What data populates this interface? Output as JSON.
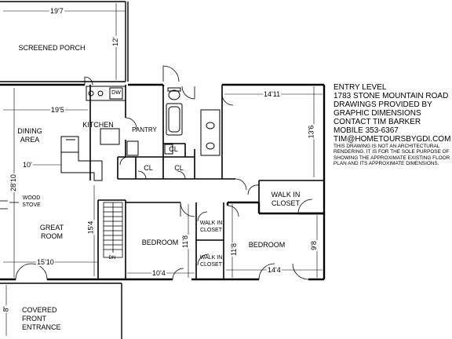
{
  "rooms": {
    "screened_porch": "SCREENED PORCH",
    "dining_line1": "DINING",
    "dining_line2": "AREA",
    "kitchen": "KITCHEN",
    "pantry": "PANTRY",
    "cl1": "CL",
    "cl2": "CL",
    "cl3": "CL",
    "wood_stove_line1": "WOOD",
    "wood_stove_line2": "STOVE",
    "great_room_line1": "GREAT",
    "great_room_line2": "ROOM",
    "walk_in_closet_line1": "WALK IN",
    "walk_in_closet_line2": "CLOSET",
    "walk_in_small_a_line1": "WALK IN",
    "walk_in_small_a_line2": "CLOSET",
    "walk_in_small_b_line1": "WALK IN",
    "walk_in_small_b_line2": "CLOSET",
    "bedroom_left": "BEDROOM",
    "bedroom_right": "BEDROOM",
    "covered_line1": "COVERED",
    "covered_line2": "FRONT",
    "covered_line3": "ENTRANCE",
    "dn": "DN",
    "dw": "DW"
  },
  "dimensions": {
    "porch_width": "19'7",
    "porch_depth": "12'",
    "kitchen_width": "19'5",
    "dining_width": "10'",
    "great_room_depth": "28'10",
    "great_room_width": "15'10",
    "stair_side": "15'4",
    "bath_width": "14'11",
    "bath_depth": "13'6",
    "bedroom_left_depth": "11'8",
    "bedroom_left_width": "10'4",
    "bedroom_right_depth_a": "11'8",
    "bedroom_right_depth_b": "9'8",
    "bedroom_right_width": "14'4",
    "entrance_depth": "8'"
  },
  "info": {
    "title": "ENTRY LEVEL",
    "address": "1783 STONE MOUNTAIN ROAD",
    "credit1": "DRAWINGS PROVIDED BY",
    "credit2": "GRAPHIC DIMENSIONS",
    "contact": "CONTACT TIM BARKER",
    "mobile": "MOBILE 353-6367",
    "email": "TIM@HOMETOURSBYGDI.COM",
    "disclaimer1": "THIS DRAWING IS NOT AN ARCHITECTURAL",
    "disclaimer2": "RENDERING. IT IS FOR THE SOLE PURPOSE OF",
    "disclaimer3": "SHOWING THE APPROXIMATE EXISTING FLOOR",
    "disclaimer4": "PLAN AND ITS APPROXIMATE DIMENSIONS."
  }
}
